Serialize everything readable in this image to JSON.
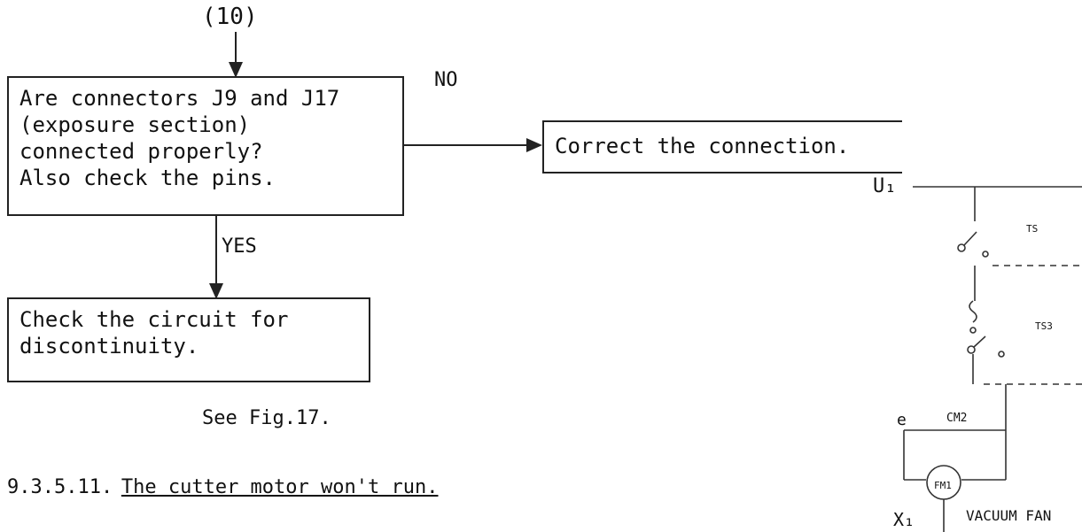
{
  "flowchart": {
    "entry_ref": "(10)",
    "question": "Are connectors J9 and J17\n(exposure section)\nconnected properly?\nAlso check the pins.",
    "no_label": "NO",
    "yes_label": "YES",
    "no_action": "Correct the connection.",
    "yes_action": "Check the circuit for\ndiscontinuity.",
    "see_ref": "See Fig.17."
  },
  "section": {
    "number": "9.3.5.11.",
    "title": "The cutter motor won't run."
  },
  "schematic": {
    "node_top": "U₁",
    "switch_1_label": "TS",
    "switch_2_label": "TS3",
    "contact_label": "CM2",
    "terminal_e": "e",
    "motor_label": "FM1",
    "node_bottom": "X₁",
    "fan_label": "VACUUM FAN"
  }
}
